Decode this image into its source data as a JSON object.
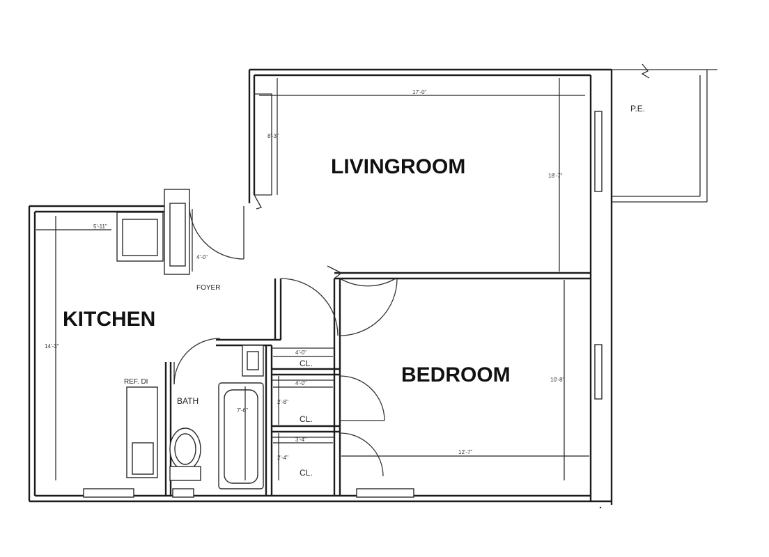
{
  "rooms": {
    "livingroom": "LIVINGROOM",
    "kitchen": "KITCHEN",
    "bedroom": "BEDROOM",
    "bath": "BATH",
    "foyer": "FOYER",
    "closet": "CL.",
    "patio": "P.E."
  },
  "fixtures": {
    "refrigerator": "REF. DI"
  },
  "dimensions": {
    "living_width": "17'-0\"",
    "living_length": "18'-7\"",
    "living_alcove": "8'-3\"",
    "kitchen_length": "14'-3\"",
    "kitchen_width": "5'-11\"",
    "foyer_depth": "4'-0\"",
    "bedroom_length": "12'-7\"",
    "bedroom_width": "10'-8\"",
    "closet_1_width": "4'-0\"",
    "closet_2_width": "4'-0\"",
    "closet_2_depth": "2'-8\"",
    "closet_3_width": "3'-4\"",
    "closet_3_depth": "2'-4\"",
    "bath_length": "7'-6\""
  }
}
